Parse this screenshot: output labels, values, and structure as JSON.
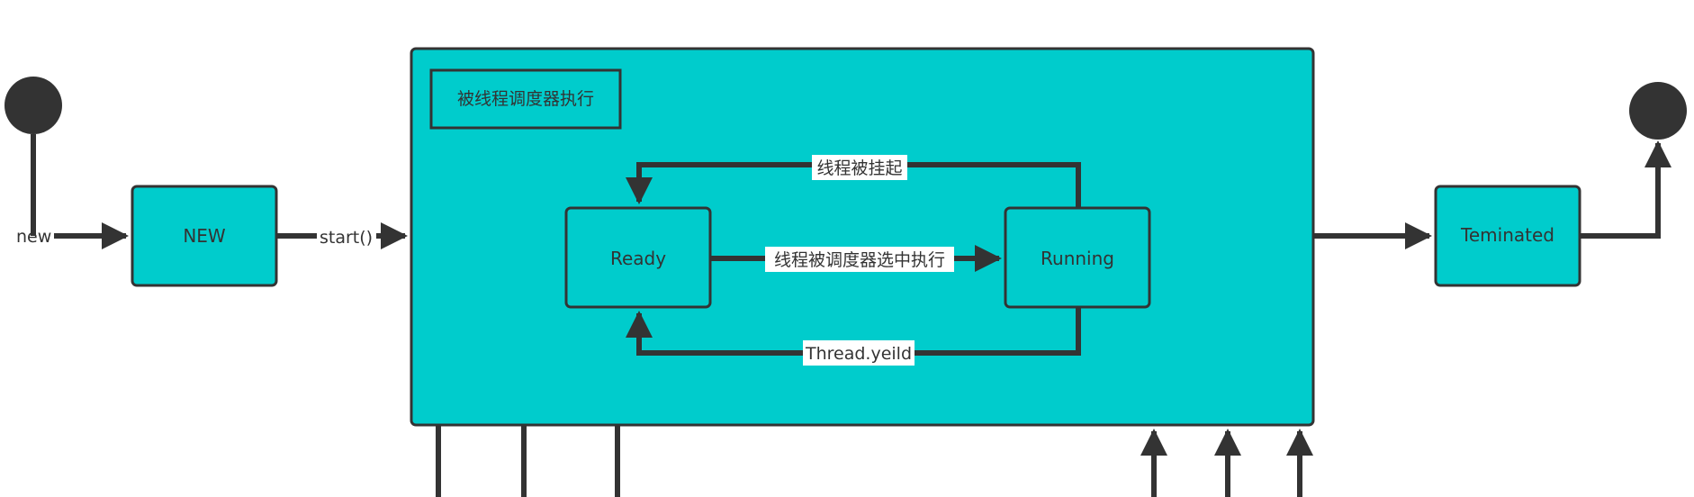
{
  "diagram": {
    "start_label": "new",
    "new_state": "NEW",
    "start_call": "start()",
    "container_title": "被线程调度器执行",
    "ready_state": "Ready",
    "running_state": "Running",
    "edge_suspend": "线程被挂起",
    "edge_scheduled": "线程被调度器选中执行",
    "edge_yield": "Thread.yeild",
    "terminated_state": "Teminated"
  },
  "colors": {
    "state_fill": "#00CCCC",
    "stroke": "#333333",
    "background": "#FFFFFF"
  }
}
